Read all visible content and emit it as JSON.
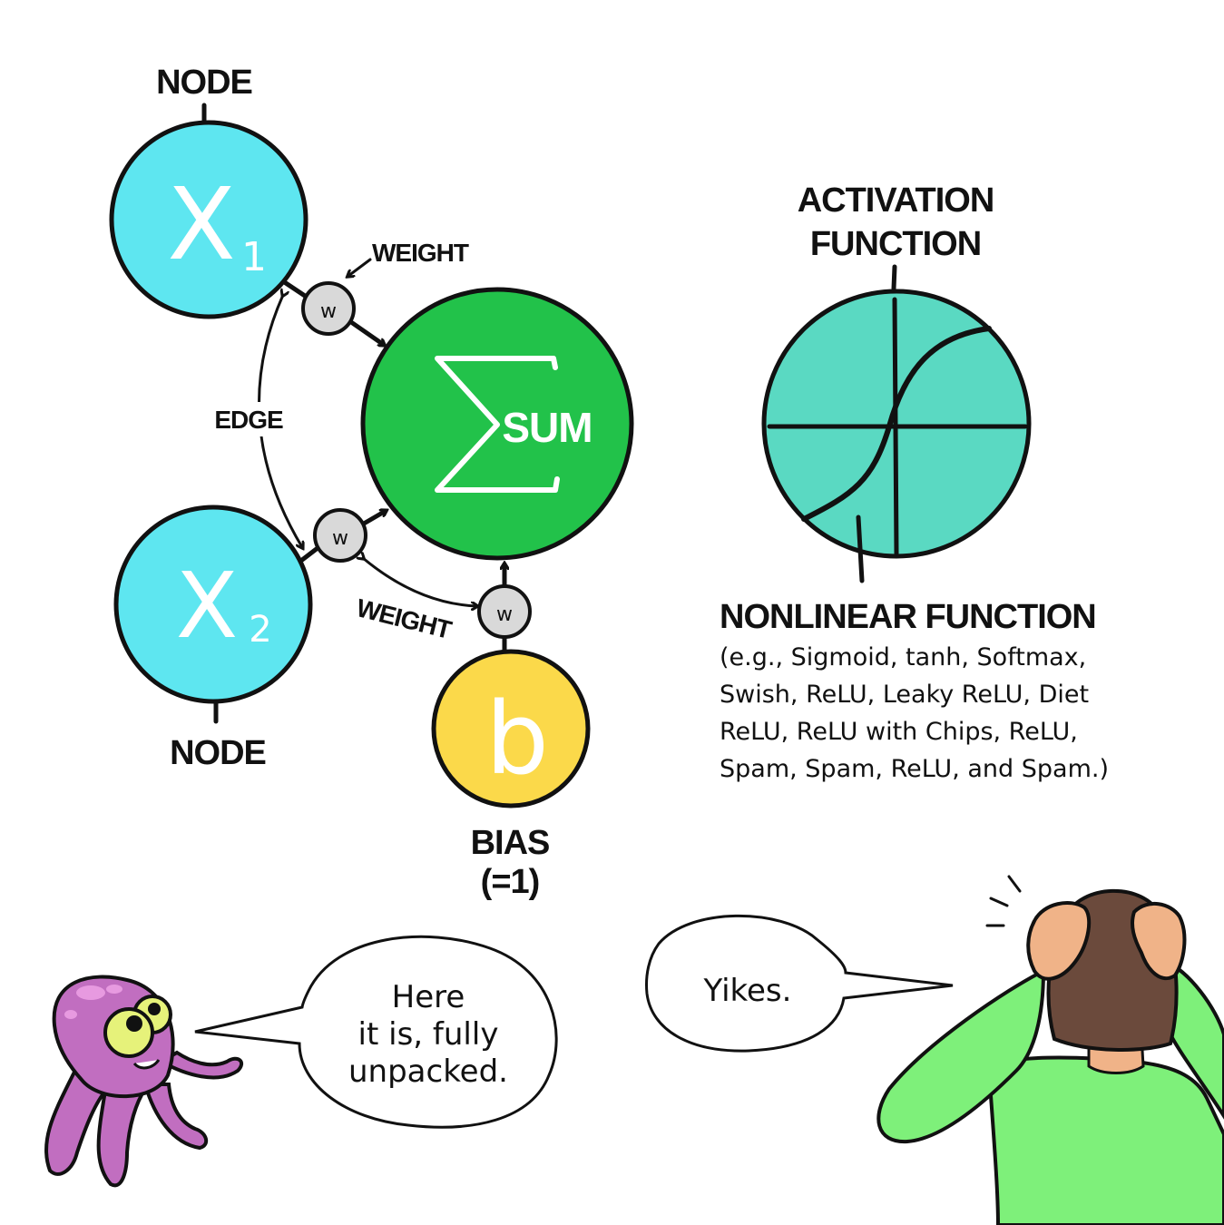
{
  "labels": {
    "node_top": "NODE",
    "node_bottom": "NODE",
    "weight_top": "WEIGHT",
    "weight_bottom": "WEIGHT",
    "edge": "EDGE",
    "sum": "SUM",
    "bias": "BIAS",
    "bias_value": "(=1)",
    "activation_line1": "ACTIVATION",
    "activation_line2": "FUNCTION",
    "nonlinear_title": "NONLINEAR FUNCTION"
  },
  "nodes": {
    "x1_letter": "X",
    "x1_sub": "1",
    "x2_letter": "X",
    "x2_sub": "2",
    "bias_letter": "b",
    "weight_symbol": "w"
  },
  "nonlinear_examples": [
    "(e.g., Sigmoid, tanh, Softmax,",
    "Swish, ReLU, Leaky ReLU, Diet",
    "ReLU, ReLU with Chips, ReLU,",
    "Spam, Spam, ReLU, and Spam.)"
  ],
  "speech": {
    "octopus": [
      "Here",
      "it is, fully",
      "unpacked."
    ],
    "person": "Yikes."
  },
  "colors": {
    "input_node": "#5ee6f0",
    "sum_node": "#22c24a",
    "bias_node": "#fbd94a",
    "activation_node": "#5ad9c2",
    "weight_node": "#d9d9d9",
    "octopus": "#c16ec0",
    "shirt": "#7ef07a",
    "hair": "#6b4a3c",
    "skin": "#f0b388"
  },
  "icons": [
    "octopus-character",
    "person-character",
    "sigmoid-curve-icon",
    "sigma-icon"
  ]
}
